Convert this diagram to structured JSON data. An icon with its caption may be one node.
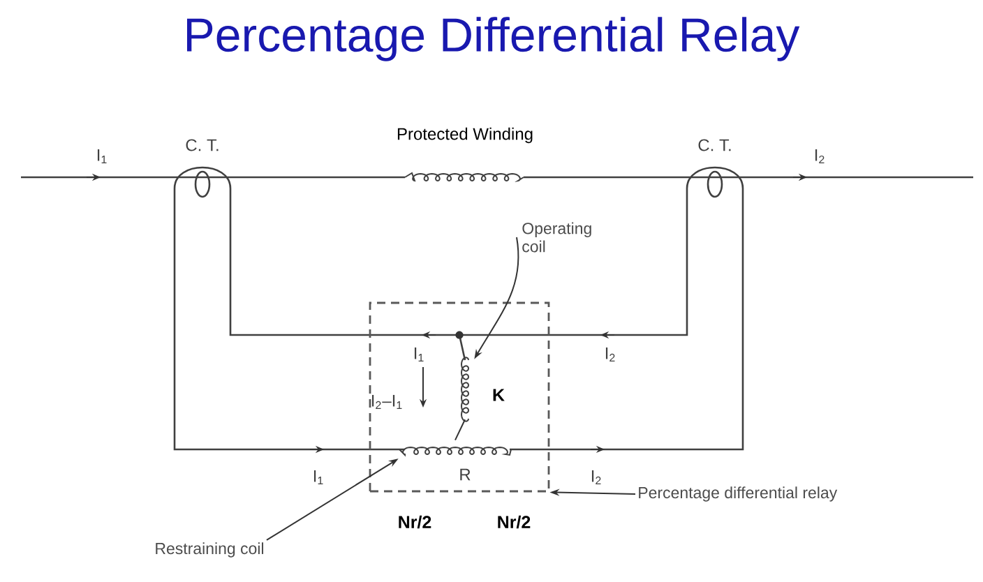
{
  "diagram": {
    "title": "Percentage Differential Relay",
    "nodes": [
      {
        "text": [
          "Operating coil"
        ]
      },
      {
        "text": [],
        "shape": "box"
      },
      {
        "text": [],
        "shape": "coil",
        "in": 1
      },
      {
        "text": [],
        "shape": "coil",
        "in": 1
      },
      {
        "text": [
          "Percentage differential relay"
        ]
      },
      {
        "text": [
          "Restraining coil"
        ]
      }
    ],
    "edges": [
      {
        "from": 0,
        "to": 2,
        "arrow": "to"
      },
      {
        "from": 4,
        "to": 1,
        "arrow": "to"
      },
      {
        "from": 5,
        "to": 3,
        "arrow": "to"
      },
      {
        "from": 2,
        "to": 3,
        "arrow": "none"
      }
    ],
    "labels": [
      "Protected Winding",
      "C. T.",
      "C. T.",
      "I$_{1}$",
      "I$_{2}$",
      "I$_{1}$",
      "I$_{2}$",
      "K",
      "I$_{2}$–I$_{1}$",
      "I$_{1}$",
      "R",
      "I$_{2}$",
      "Nr/2",
      "Nr/2"
    ]
  }
}
